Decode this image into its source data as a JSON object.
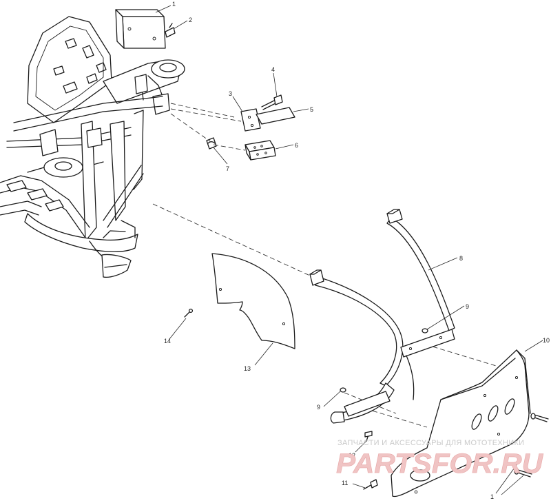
{
  "callouts": {
    "c1": "1",
    "c2": "2",
    "c3": "3",
    "c4": "4",
    "c5": "5",
    "c6": "6",
    "c7": "7",
    "c8": "8",
    "c9a": "9",
    "c9b": "9",
    "c10": "10",
    "c11": "11",
    "c12": "12",
    "c13": "13",
    "c14": "14",
    "c1b": "1"
  },
  "watermark": {
    "caption": "ЗАПЧАСТИ И АКСЕССУАРЫ ДЛЯ МОТОТЕХНИКИ",
    "brand": "PARTSFOR.RU"
  },
  "colors": {
    "line": "#1a1a1a",
    "watermark_red": "#f0c4c4",
    "watermark_gray": "#c9c9c9"
  }
}
